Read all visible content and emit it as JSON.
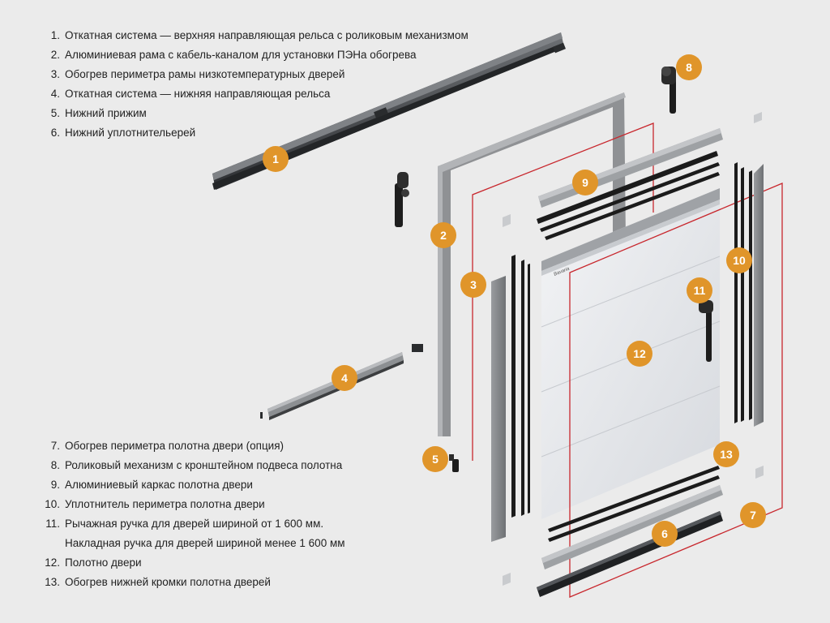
{
  "legend_top": [
    {
      "num": "1.",
      "text": "Откатная система — верхняя направляющая рельса с роликовым механизмом"
    },
    {
      "num": "2.",
      "text": "Алюминиевая рама с кабель-каналом для установки ПЭНа обогрева"
    },
    {
      "num": "3.",
      "text": "Обогрев периметра рамы низкотемпературных дверей"
    },
    {
      "num": "4.",
      "text": "Откатная система — нижняя направляющая рельса"
    },
    {
      "num": "5.",
      "text": "Нижний прижим"
    },
    {
      "num": "6.",
      "text": "Нижний уплотнительерей"
    }
  ],
  "legend_bottom": [
    {
      "num": "7.",
      "text": "Обогрев периметра полотна двери (опция)"
    },
    {
      "num": "8.",
      "text": "Роликовый механизм с кронштейном подвеса полотна"
    },
    {
      "num": "9.",
      "text": "Алюминиевый каркас полотна двери"
    },
    {
      "num": "10.",
      "text": "Уплотнитель периметра полотна двери"
    },
    {
      "num": "11.",
      "text": "Рычажная ручка для дверей шириной от 1 600 мм."
    },
    {
      "num": "",
      "text": "Накладная ручка для дверей шириной менее 1 600 мм"
    },
    {
      "num": "12.",
      "text": "Полотно двери"
    },
    {
      "num": "13.",
      "text": "Обогрев нижней кромки полотна дверей"
    }
  ],
  "badges": [
    {
      "label": "1"
    },
    {
      "label": "2"
    },
    {
      "label": "3"
    },
    {
      "label": "4"
    },
    {
      "label": "5"
    },
    {
      "label": "6"
    },
    {
      "label": "7"
    },
    {
      "label": "8"
    },
    {
      "label": "9"
    },
    {
      "label": "10"
    },
    {
      "label": "11"
    },
    {
      "label": "12"
    },
    {
      "label": "13"
    }
  ],
  "panel_brand": "Bavaria",
  "colors": {
    "background": "#ebebeb",
    "badge": "#e0952a",
    "heating_line": "#c8272d",
    "frame": "#8f9194",
    "rail_dark": "#45484b",
    "panel": "#e4e6ea",
    "seal": "#1b1b1b"
  }
}
